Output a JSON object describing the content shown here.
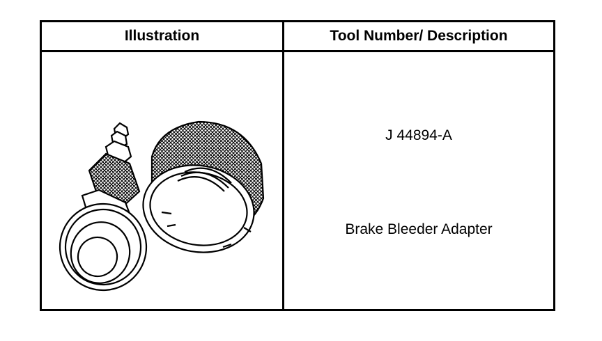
{
  "table": {
    "header_illustration": "Illustration",
    "header_description": "Tool Number/ Description",
    "rows": [
      {
        "tool_number": "J 44894-A",
        "description": "Brake Bleeder Adapter",
        "illustration_icon": "brake-bleeder-adapter-icon"
      }
    ]
  }
}
